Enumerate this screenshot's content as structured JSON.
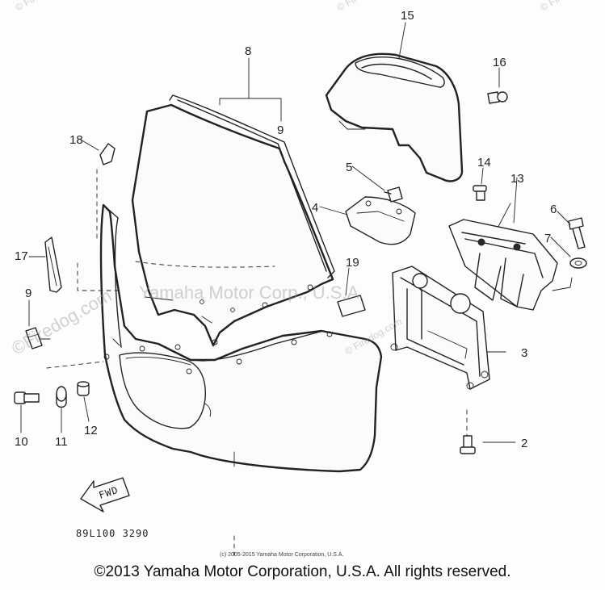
{
  "callouts": {
    "c2": "2",
    "c3": "3",
    "c4": "4",
    "c5": "5",
    "c6": "6",
    "c7": "7",
    "c8": "8",
    "c9a": "9",
    "c9b": "9",
    "c10": "10",
    "c11": "11",
    "c12": "12",
    "c13": "13",
    "c14": "14",
    "c15": "15",
    "c16": "16",
    "c17": "17",
    "c18": "18",
    "c19": "19"
  },
  "drawing_number": "89L100 3290",
  "fwd_arrow_label": "FWD",
  "watermark_main": "Yamaha Motor Corp., U.S.A.",
  "watermark_site": "©Firedog.com",
  "watermark_corner": "© Firedog.com",
  "fine_print": "(c) 2005-2015 Yamaha Motor Corporation, U.S.A.",
  "copyright": "©2013 Yamaha Motor Corporation, U.S.A. All rights reserved."
}
